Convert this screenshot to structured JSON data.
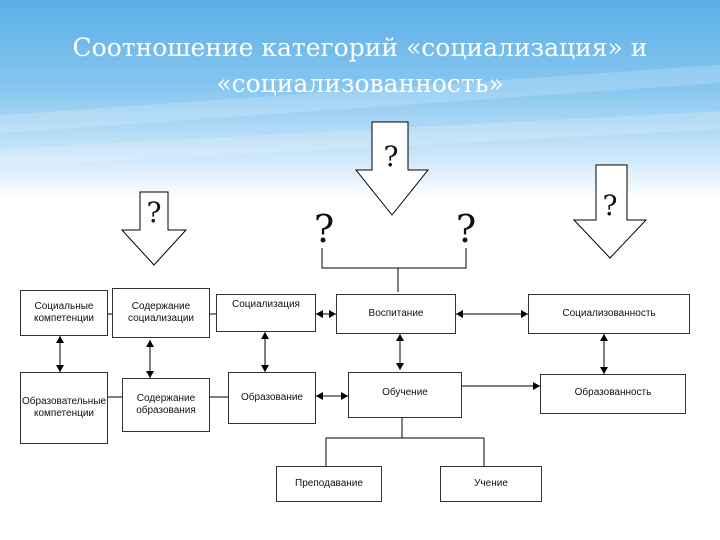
{
  "title": {
    "line1": "Соотношение категорий «социализация» и",
    "line2": "«социализованность»"
  },
  "questions": [
    "?",
    "?",
    "?",
    "?",
    "?"
  ],
  "boxes": {
    "social_comp": "Социальные компетенции",
    "social_content": "Содержание социализации",
    "socialization": "Социализация",
    "upbringing": "Воспитание",
    "socialized": "Социализованность",
    "edu_comp": "Образовательные компетенции",
    "edu_content": "Содержание образования",
    "education": "Образование",
    "learning": "Обучение",
    "educatedness": "Образованность",
    "teaching": "Преподавание",
    "studying": "Учение"
  },
  "colors": {
    "header": "#5aaee6",
    "title": "#ffffff",
    "line": "#000000"
  }
}
